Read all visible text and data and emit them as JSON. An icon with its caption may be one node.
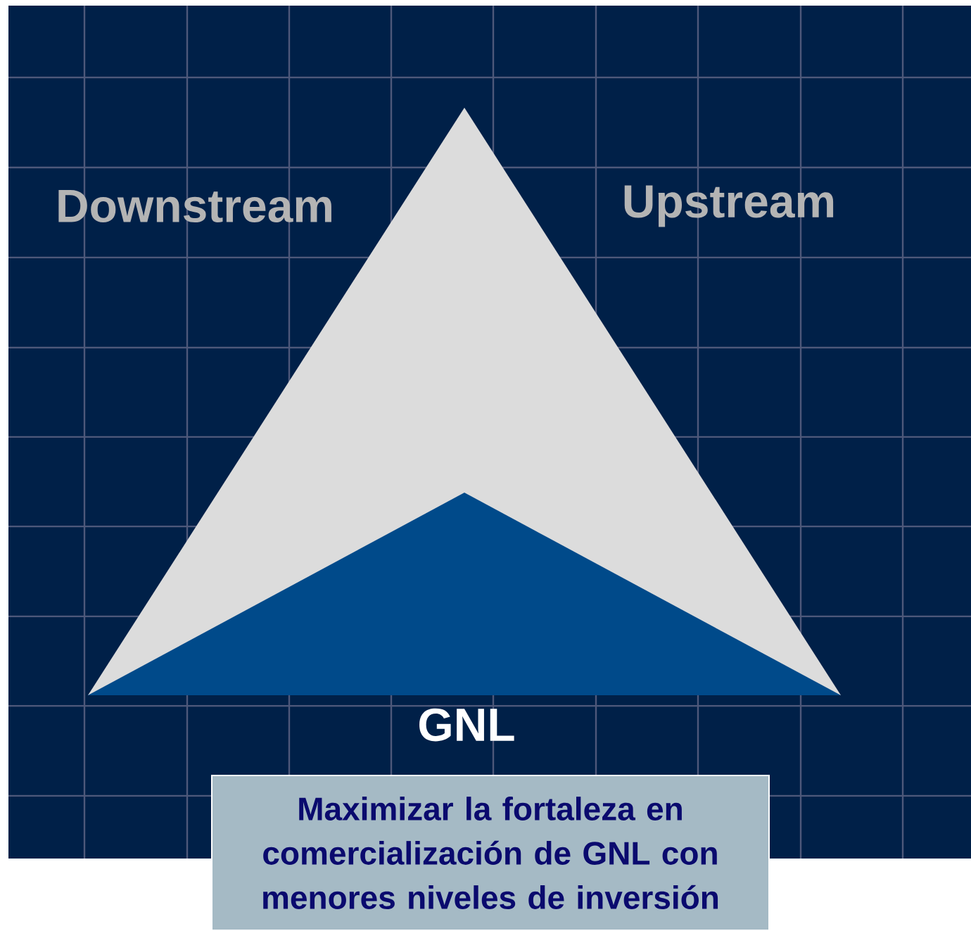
{
  "diagram": {
    "nodes": [
      {
        "text": [
          "Maximizar la fortaleza en comercialización de GNL con menores niveles de inversión"
        ]
      }
    ],
    "labels": [
      "Downstream",
      "Upstream",
      "GNL"
    ]
  }
}
